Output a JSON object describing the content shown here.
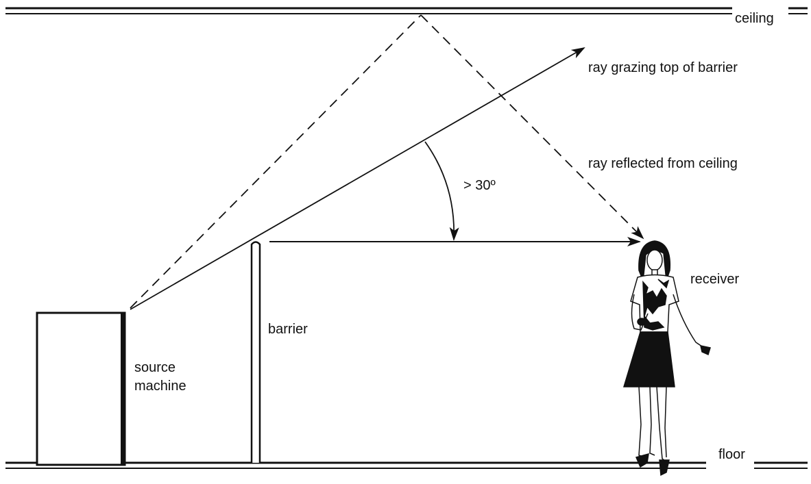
{
  "labels": {
    "ceiling": "ceiling",
    "floor": "floor",
    "ray_grazing": "ray grazing top of barrier",
    "ray_reflected": "ray reflected from ceiling",
    "angle": "> 30º",
    "receiver": "receiver",
    "barrier": "barrier",
    "source_line1": "source",
    "source_line2": "machine"
  },
  "colors": {
    "ink": "#111111",
    "background": "#ffffff"
  }
}
